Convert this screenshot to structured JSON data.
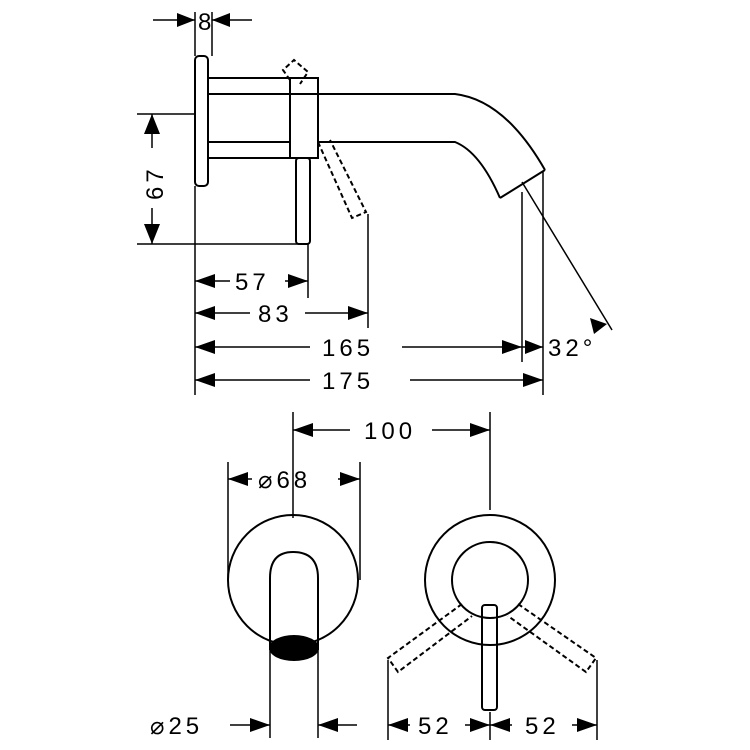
{
  "dimensions": {
    "rosette_depth": "8",
    "height": "67",
    "lever_offset": "57",
    "lever_reach": "83",
    "spout_reach_inner": "165",
    "spout_reach_total": "175",
    "spout_angle": "32°",
    "center_distance": "100",
    "rosette_diameter": "⌀68",
    "spout_diameter": "⌀25",
    "lever_swing_left": "52",
    "lever_swing_right": "52"
  }
}
